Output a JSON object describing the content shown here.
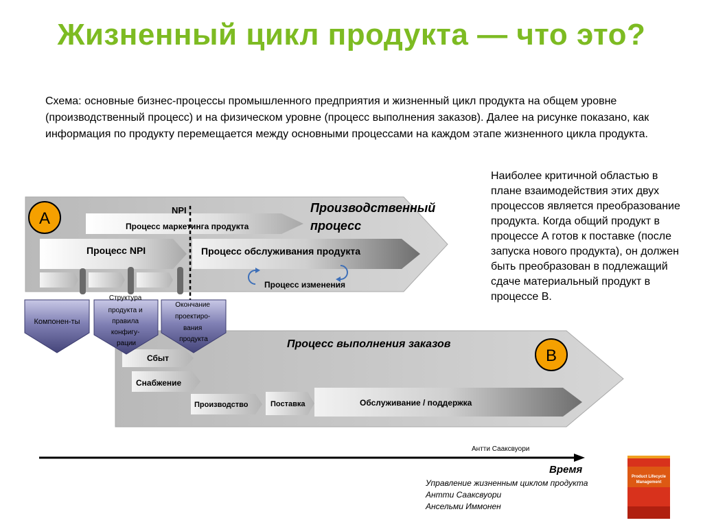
{
  "slide": {
    "title": "Жизненный цикл продукта — что это?",
    "intro": "Схема: основные бизнес-процессы промышленного предприятия и жизненный цикл продукта на общем уровне (производственный процесс) и на физическом уровне (процесс выполнения заказов). Далее на рисунке показано, как информация по продукту перемещается между основными процессами на каждом этапе жизненного цикла продукта.",
    "side_note": "Наиболее критичной областью в плане взаимодействия этих двух процессов является преобразование продукта. Когда общий продукт в процессе А готов к поставке (после запуска нового продукта), он должен быть преобразован в подлежащий сдаче материальный продукт в процессе В."
  },
  "diagram": {
    "badge_a": "A",
    "badge_b": "B",
    "process_a_title_1": "Производственный",
    "process_a_title_2": "процесс",
    "npi_label": "NPI",
    "marketing": "Процесс маркетинга продукта",
    "npi_process": "Процесс NPI",
    "service": "Процесс обслуживания продукта",
    "change": "Процесс изменения",
    "components": "Компонен-ты",
    "structure_lines": [
      "Структура",
      "продукта и",
      "правила",
      "конфигу-",
      "рации"
    ],
    "design_end_lines": [
      "Окончание",
      "проектиро-",
      "вания",
      "продукта"
    ],
    "process_b_title": "Процесс выполнения заказов",
    "sales": "Сбыт",
    "supply": "Снабжение",
    "production": "Производство",
    "delivery": "Поставка",
    "support": "Обслуживание / поддержка",
    "author_caption": "Антти Сааксвуори",
    "time_label": "Время"
  },
  "reference": {
    "book_title": "Управление жизненным циклом продукта",
    "author_1": "Антти Сааксвуори",
    "author_2": "Ансельми Иммонен",
    "cover_title_1": "Product Lifecycle",
    "cover_title_2": "Management"
  },
  "colors": {
    "title_green": "#7dbb22",
    "badge_orange": "#f5a000",
    "process_gray": "#c8c8c8",
    "deliverable_purple": "#5e5e94"
  }
}
